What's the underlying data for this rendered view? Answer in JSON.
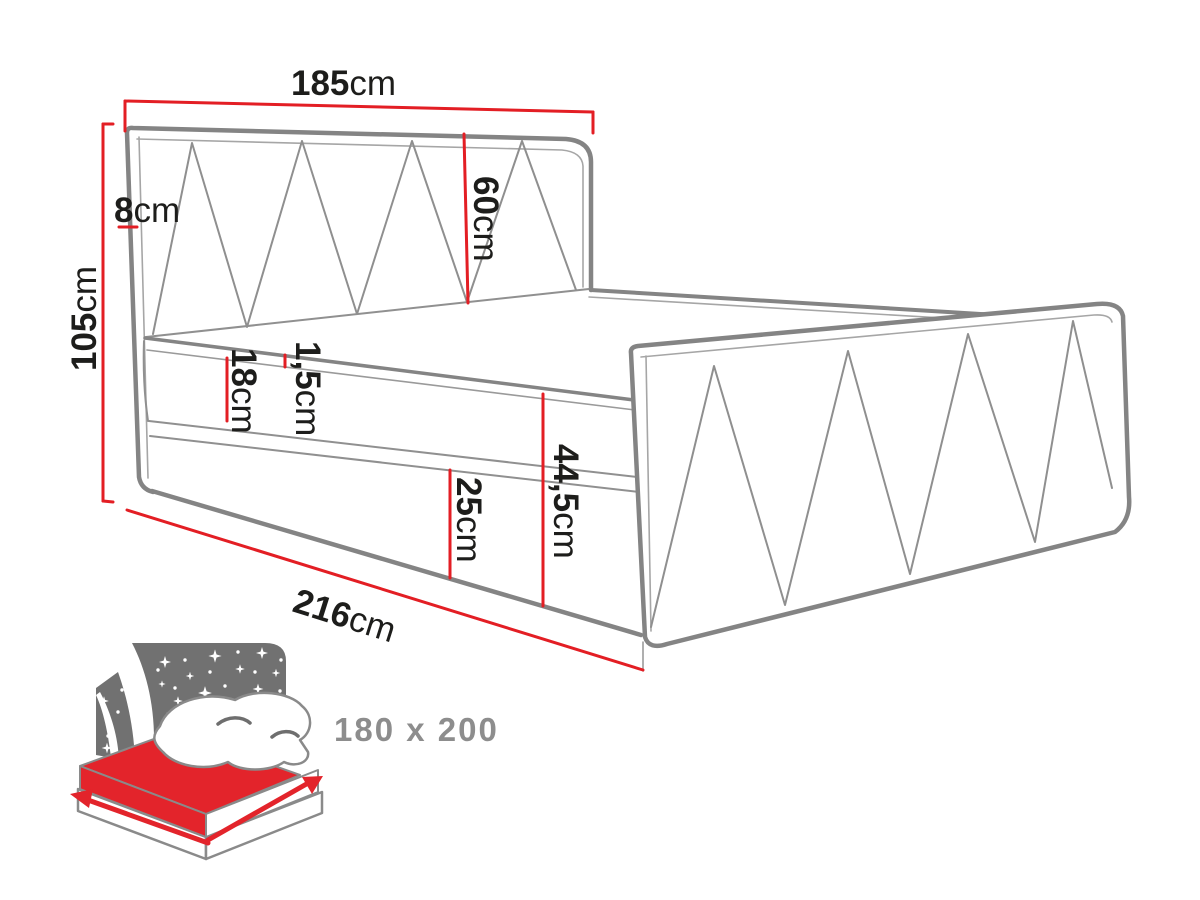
{
  "figure": {
    "type": "furniture-dimension-diagram",
    "subject": "upholstered-bed-with-zigzag-stitch-headboard-and-footboard"
  },
  "colors": {
    "background": "#ffffff",
    "dimension_red": "#e31e24",
    "line_gray": "#848484",
    "thin_line_gray": "#9f9f9f",
    "label_black": "#1d1d1b",
    "icon_gray": "#717171",
    "size_text_gray": "#8d8d8d",
    "icon_red": "#e3242b"
  },
  "dimensions": {
    "d185": {
      "value": "185",
      "unit": "cm"
    },
    "d8": {
      "value": "8",
      "unit": "cm"
    },
    "d105": {
      "value": "105",
      "unit": "cm"
    },
    "d60": {
      "value": "60",
      "unit": "cm"
    },
    "d15": {
      "value": "1,5",
      "unit": "cm"
    },
    "d18": {
      "value": "18",
      "unit": "cm"
    },
    "d25": {
      "value": "25",
      "unit": "cm"
    },
    "d445": {
      "value": "44,5",
      "unit": "cm"
    },
    "d216": {
      "value": "216",
      "unit": "cm"
    }
  },
  "size_badge": {
    "icon": "double-bed-starry-headboard-icon",
    "arrow_icons": [
      "width-arrow-icon",
      "length-arrow-icon"
    ],
    "label": "180 x 200"
  }
}
